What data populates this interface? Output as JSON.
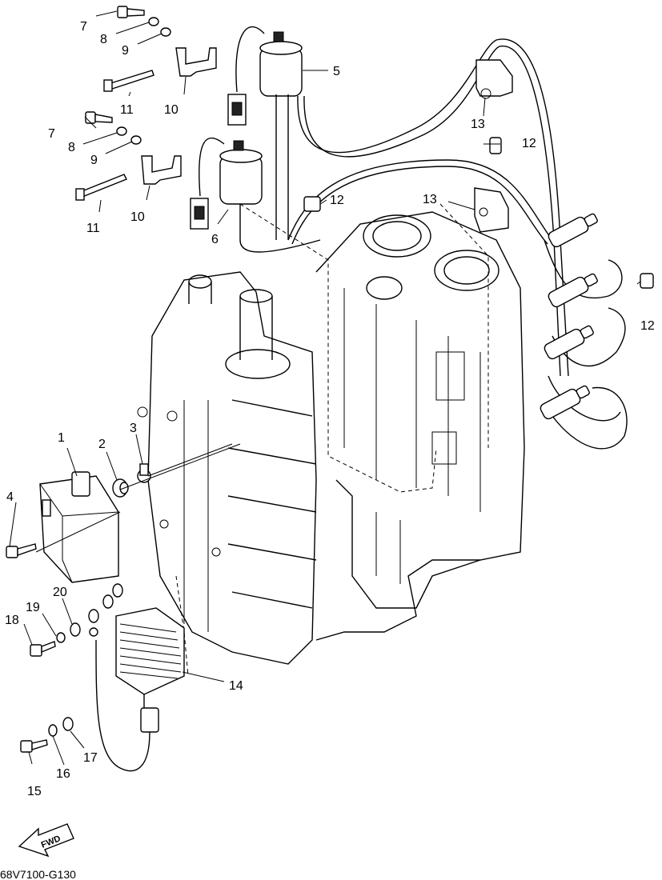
{
  "diagram_code": "68V7100-G130",
  "direction_arrow_label": "FWD",
  "callouts": [
    {
      "id": "c1",
      "text": "1"
    },
    {
      "id": "c2",
      "text": "2"
    },
    {
      "id": "c3",
      "text": "3"
    },
    {
      "id": "c4",
      "text": "4"
    },
    {
      "id": "c5",
      "text": "5"
    },
    {
      "id": "c6",
      "text": "6"
    },
    {
      "id": "c7a",
      "text": "7"
    },
    {
      "id": "c7b",
      "text": "7"
    },
    {
      "id": "c8a",
      "text": "8"
    },
    {
      "id": "c8b",
      "text": "8"
    },
    {
      "id": "c9a",
      "text": "9"
    },
    {
      "id": "c9b",
      "text": "9"
    },
    {
      "id": "c10a",
      "text": "10"
    },
    {
      "id": "c10b",
      "text": "10"
    },
    {
      "id": "c11a",
      "text": "11"
    },
    {
      "id": "c11b",
      "text": "11"
    },
    {
      "id": "c12a",
      "text": "12"
    },
    {
      "id": "c12b",
      "text": "12"
    },
    {
      "id": "c12c",
      "text": "12"
    },
    {
      "id": "c13a",
      "text": "13"
    },
    {
      "id": "c13b",
      "text": "13"
    },
    {
      "id": "c14",
      "text": "14"
    },
    {
      "id": "c15",
      "text": "15"
    },
    {
      "id": "c16",
      "text": "16"
    },
    {
      "id": "c17",
      "text": "17"
    },
    {
      "id": "c18",
      "text": "18"
    },
    {
      "id": "c19",
      "text": "19"
    },
    {
      "id": "c20",
      "text": "20"
    }
  ]
}
